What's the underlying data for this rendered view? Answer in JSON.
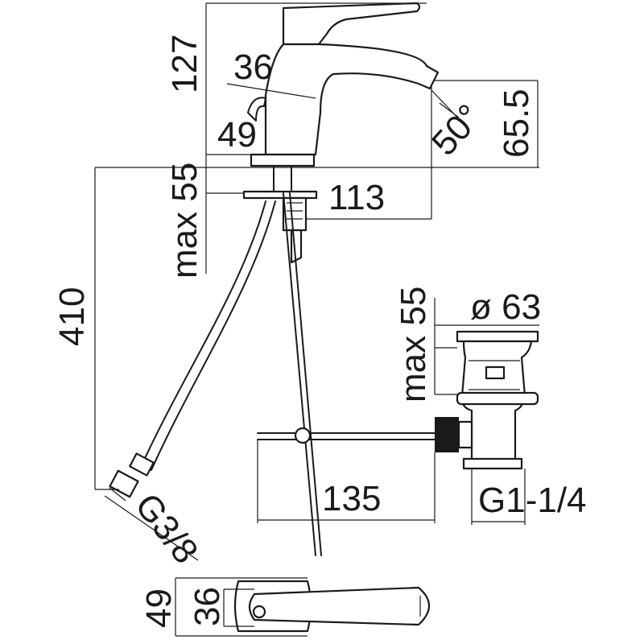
{
  "dimensions": {
    "height_127": "127",
    "spout_36": "36",
    "handle_49": "49",
    "max_55_top": "max 55",
    "reach_113": "113",
    "angle_50": "50°",
    "height_65_5": "65.5",
    "hose_410": "410",
    "max_55_waste": "max 55",
    "dia_63": "ø 63",
    "rod_135": "135",
    "thread_g1_1_4": "G1-1/4",
    "thread_g3_8": "G3/8",
    "plan_49": "49",
    "plan_36": "36"
  }
}
